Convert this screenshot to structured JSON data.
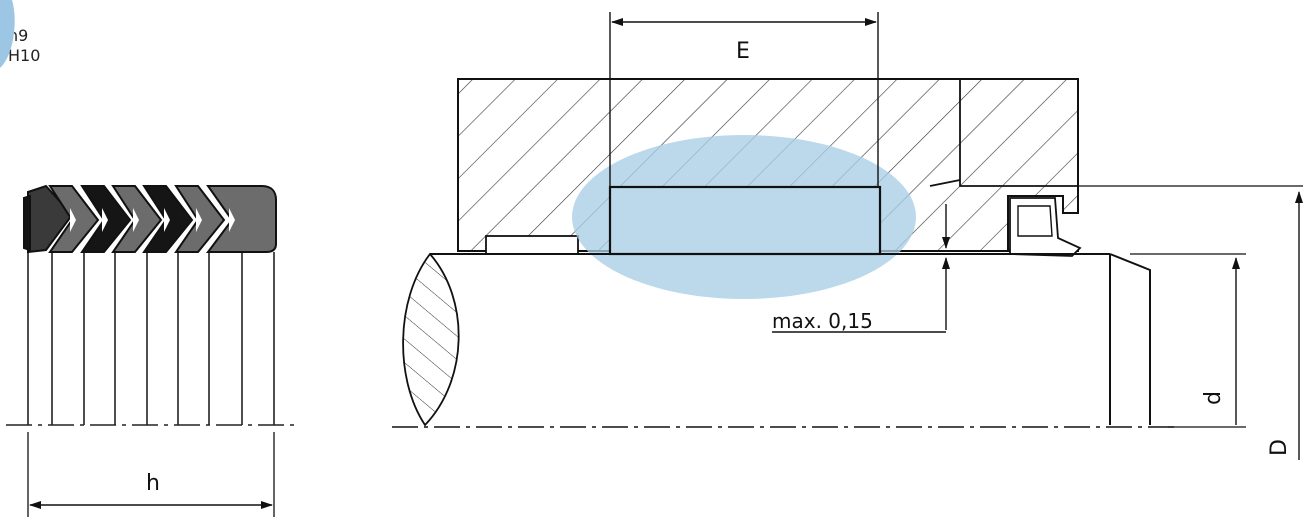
{
  "tolerances": {
    "shaft": "h9",
    "bore": "H10"
  },
  "dimensions": {
    "height": "h",
    "length": "E",
    "clearance": "max. 0,15",
    "inner_diameter": "d",
    "outer_diameter": "D"
  },
  "colors": {
    "highlight": "#a9cde6",
    "corner_highlight": "#9cc6e4",
    "seal_ring": "#6c6c6c",
    "seal_dark": "#151515",
    "line": "#222222"
  }
}
